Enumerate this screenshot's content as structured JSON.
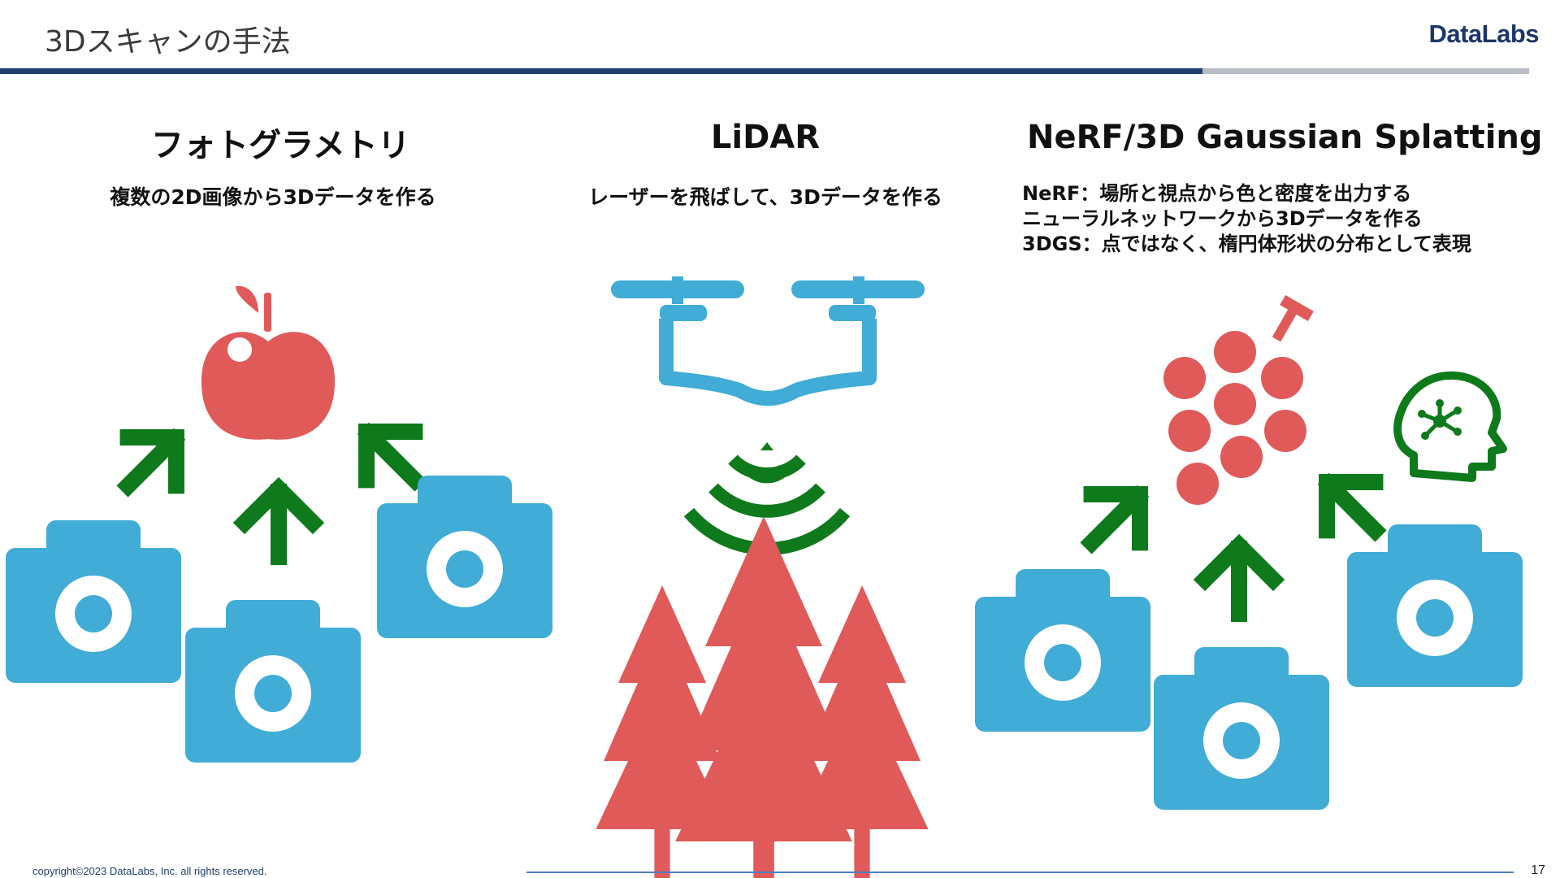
{
  "header": {
    "title": "3Dスキャンの手法",
    "brand": "DataLabs"
  },
  "columns": [
    {
      "title": "フォトグラメトリ",
      "subtitle": "複数の2D画像から3Dデータを作る"
    },
    {
      "title": "LiDAR",
      "subtitle": "レーザーを飛ばして、3Dデータを作る"
    },
    {
      "title": "NeRF/3D Gaussian Splatting",
      "lines": [
        "NeRF：場所と視点から色と密度を出力する",
        "ニューラルネットワークから3Dデータを作る",
        "3DGS：点ではなく、楕円体形状の分布として表現"
      ]
    }
  ],
  "colors": {
    "camera": "#41acd6",
    "arrow": "#0e7a1c",
    "object": "#e05a5a",
    "header_bar": "#1e3f6f"
  },
  "footer": {
    "copyright": "copyright©2023 DataLabs, Inc. all rights reserved.",
    "page": "17"
  }
}
